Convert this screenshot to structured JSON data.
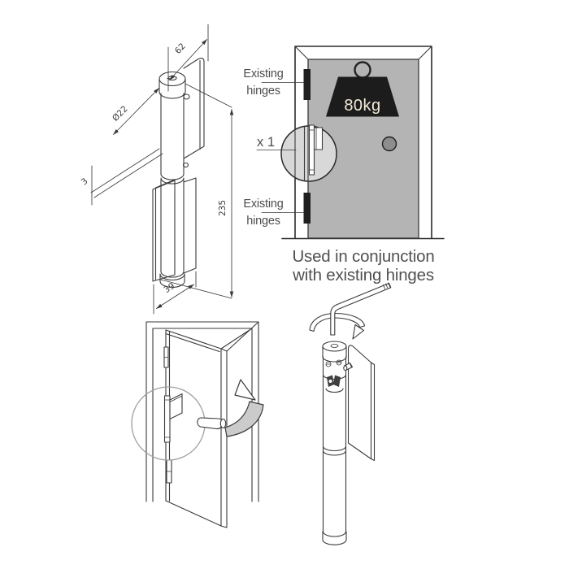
{
  "colors": {
    "background": "#ffffff",
    "line": "#3a3a3a",
    "door_fill": "#b4b4b4",
    "hinge_fill": "#1f1f1f",
    "weight_fill": "#1c1c1c",
    "weight_text": "#f1ead8",
    "knob_fill": "#8d8d8d",
    "detail_circle_fill": "#d8d8d8",
    "arrow_fill": "#cbcbcb",
    "label_text": "#4d4d4d",
    "caption_text": "#515151",
    "dimension_text": "#3c3c3c"
  },
  "technical_drawing": {
    "dimensions": {
      "top_width": "62",
      "diameter": "Ø22",
      "leaf_gap": "3",
      "body_height": "235",
      "leaf_depth": "39"
    }
  },
  "door_weight_diagram": {
    "weight_capacity": "80kg",
    "quantity_label": "x 1",
    "hinge_label_top": {
      "line1": "Existing",
      "line2": "hinges"
    },
    "hinge_label_bottom": {
      "line1": "Existing",
      "line2": "hinges"
    },
    "caption": {
      "line1": "Used in conjunction",
      "line2": "with existing hinges"
    }
  }
}
